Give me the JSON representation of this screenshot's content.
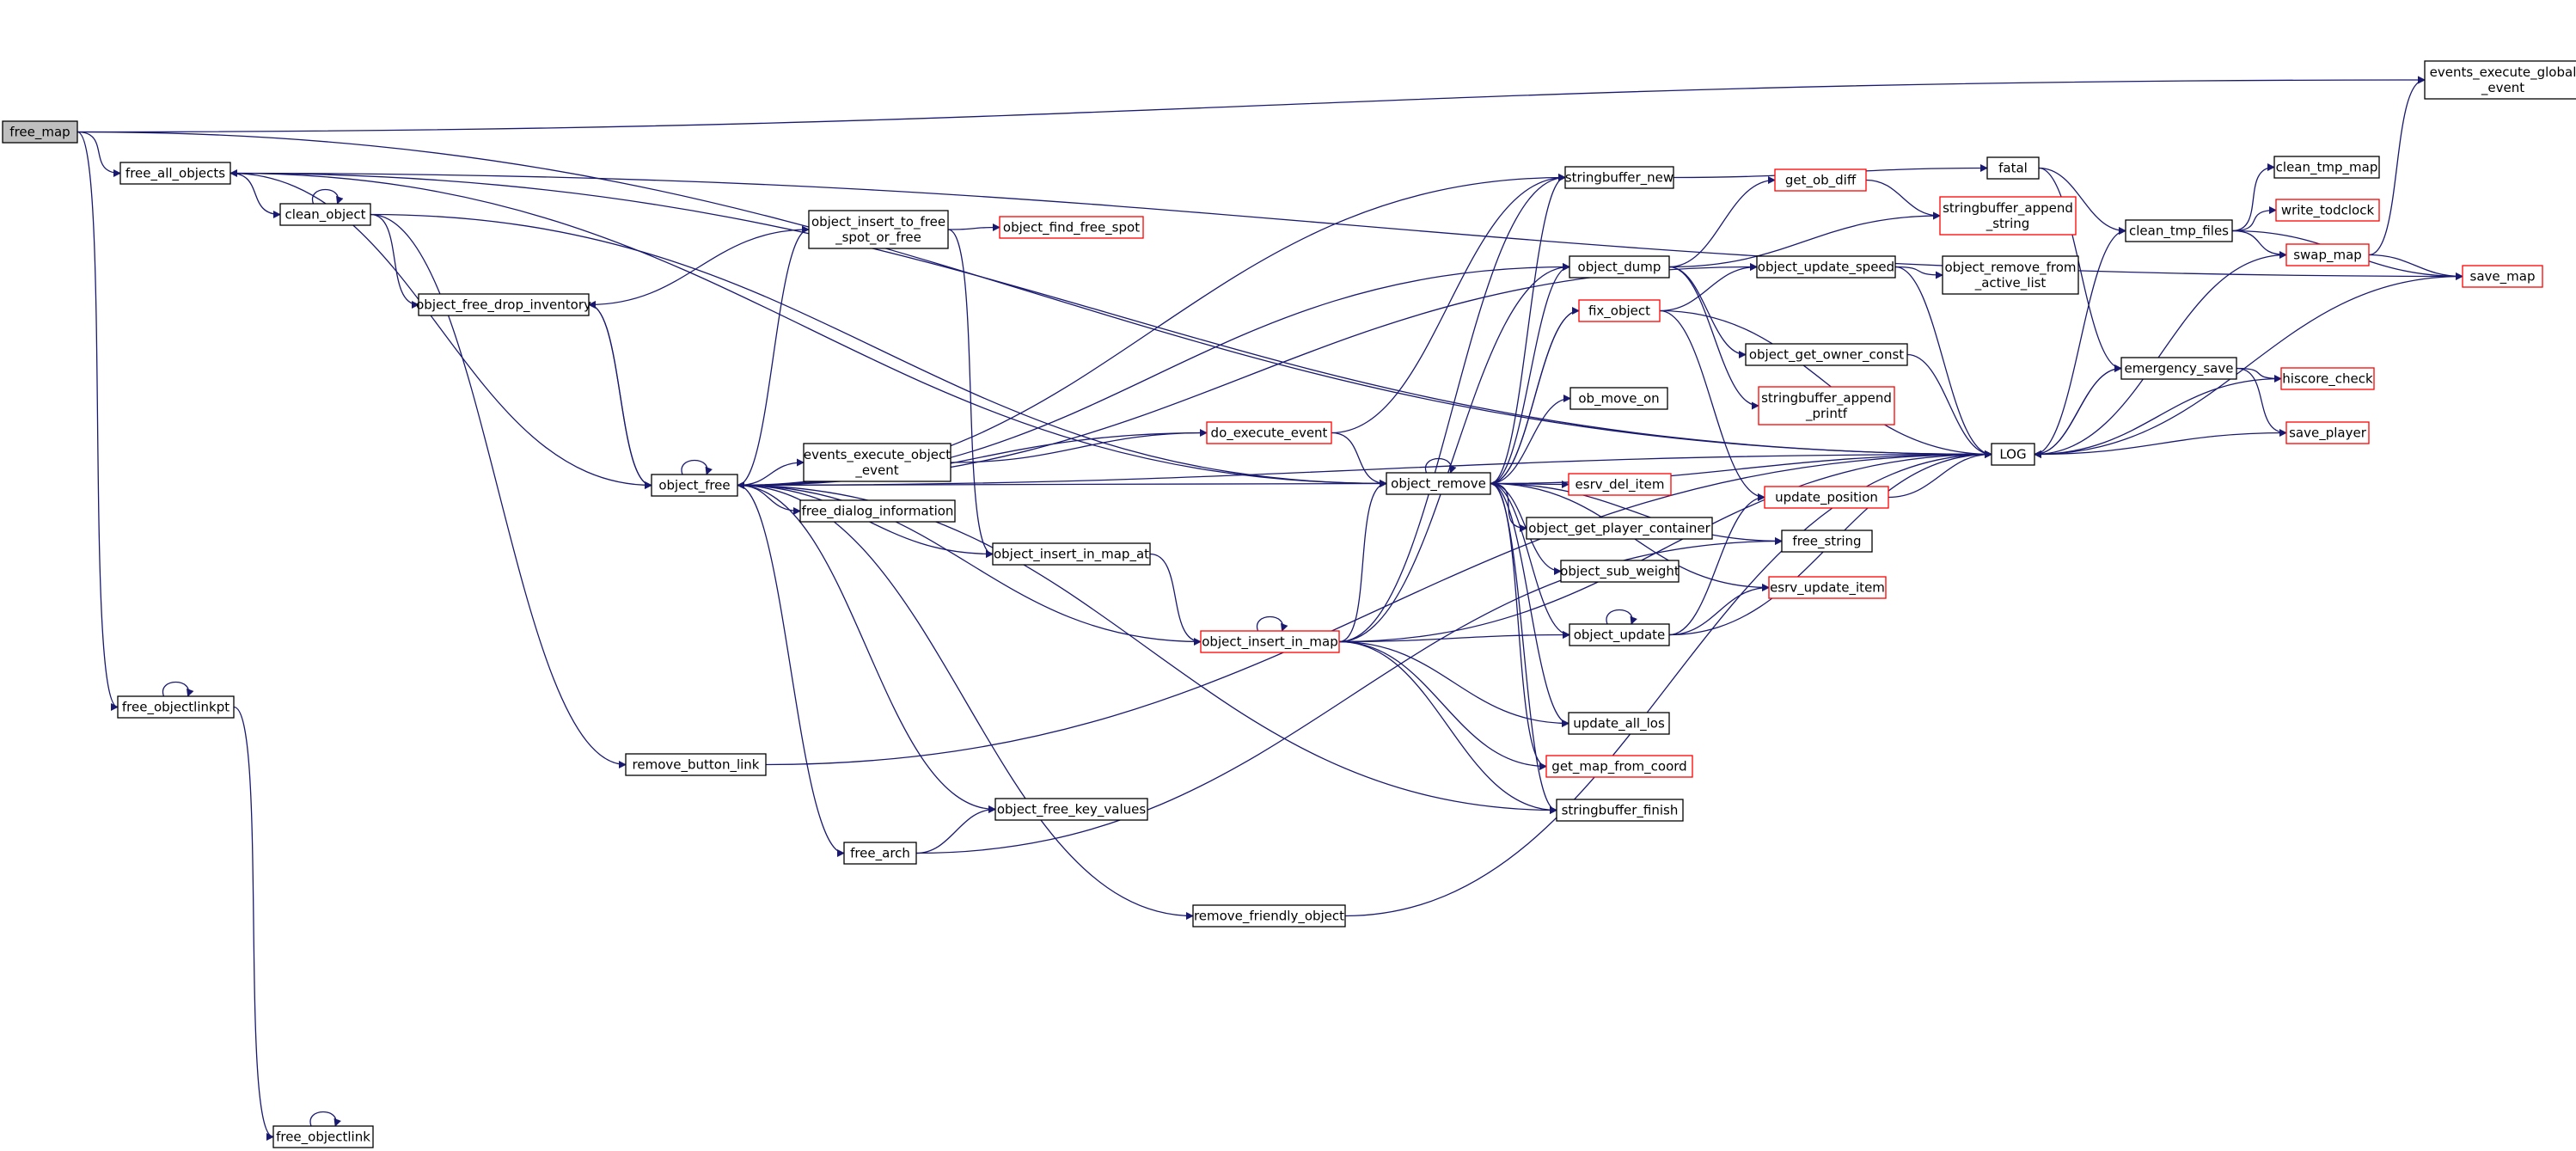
{
  "colors": {
    "edge": "#191970",
    "node_border_default": "#000000",
    "node_border_external": "#ff0000",
    "node_fill_focus": "#bfbfbf",
    "node_fill": "#ffffff"
  },
  "nodes": [
    {
      "id": "free_map",
      "lines": [
        "free_map"
      ],
      "style": "focus"
    },
    {
      "id": "free_all_objects",
      "lines": [
        "free_all_objects"
      ],
      "style": "normal"
    },
    {
      "id": "clean_object",
      "lines": [
        "clean_object"
      ],
      "style": "normal"
    },
    {
      "id": "object_free_drop_inventory",
      "lines": [
        "object_free_drop_inventory"
      ],
      "style": "normal"
    },
    {
      "id": "object_free",
      "lines": [
        "object_free"
      ],
      "style": "normal"
    },
    {
      "id": "object_insert_to_free_spot_or_free",
      "lines": [
        "object_insert_to_free",
        "_spot_or_free"
      ],
      "style": "normal"
    },
    {
      "id": "object_find_free_spot",
      "lines": [
        "object_find_free_spot"
      ],
      "style": "external"
    },
    {
      "id": "events_execute_object_event",
      "lines": [
        "events_execute_object",
        "_event"
      ],
      "style": "normal"
    },
    {
      "id": "free_dialog_information",
      "lines": [
        "free_dialog_information"
      ],
      "style": "normal"
    },
    {
      "id": "object_insert_in_map_at",
      "lines": [
        "object_insert_in_map_at"
      ],
      "style": "normal"
    },
    {
      "id": "object_insert_in_map",
      "lines": [
        "object_insert_in_map"
      ],
      "style": "external"
    },
    {
      "id": "do_execute_event",
      "lines": [
        "do_execute_event"
      ],
      "style": "external"
    },
    {
      "id": "object_remove",
      "lines": [
        "object_remove"
      ],
      "style": "normal"
    },
    {
      "id": "stringbuffer_new",
      "lines": [
        "stringbuffer_new"
      ],
      "style": "normal"
    },
    {
      "id": "object_dump",
      "lines": [
        "object_dump"
      ],
      "style": "normal"
    },
    {
      "id": "fix_object",
      "lines": [
        "fix_object"
      ],
      "style": "external"
    },
    {
      "id": "ob_move_on",
      "lines": [
        "ob_move_on"
      ],
      "style": "normal"
    },
    {
      "id": "esrv_del_item",
      "lines": [
        "esrv_del_item"
      ],
      "style": "external"
    },
    {
      "id": "object_get_player_container",
      "lines": [
        "object_get_player_container"
      ],
      "style": "normal"
    },
    {
      "id": "object_sub_weight",
      "lines": [
        "object_sub_weight"
      ],
      "style": "normal"
    },
    {
      "id": "object_update",
      "lines": [
        "object_update"
      ],
      "style": "normal"
    },
    {
      "id": "update_all_los",
      "lines": [
        "update_all_los"
      ],
      "style": "normal"
    },
    {
      "id": "get_map_from_coord",
      "lines": [
        "get_map_from_coord"
      ],
      "style": "external"
    },
    {
      "id": "stringbuffer_finish",
      "lines": [
        "stringbuffer_finish"
      ],
      "style": "normal"
    },
    {
      "id": "get_ob_diff",
      "lines": [
        "get_ob_diff"
      ],
      "style": "external"
    },
    {
      "id": "stringbuffer_append_string",
      "lines": [
        "stringbuffer_append",
        "_string"
      ],
      "style": "external"
    },
    {
      "id": "object_update_speed",
      "lines": [
        "object_update_speed"
      ],
      "style": "normal"
    },
    {
      "id": "object_get_owner_const",
      "lines": [
        "object_get_owner_const"
      ],
      "style": "normal"
    },
    {
      "id": "stringbuffer_append_printf",
      "lines": [
        "stringbuffer_append",
        "_printf"
      ],
      "style": "external"
    },
    {
      "id": "object_remove_from_active_list",
      "lines": [
        "object_remove_from",
        "_active_list"
      ],
      "style": "normal"
    },
    {
      "id": "update_position",
      "lines": [
        "update_position"
      ],
      "style": "external"
    },
    {
      "id": "free_string",
      "lines": [
        "free_string"
      ],
      "style": "normal"
    },
    {
      "id": "esrv_update_item",
      "lines": [
        "esrv_update_item"
      ],
      "style": "external"
    },
    {
      "id": "fatal",
      "lines": [
        "fatal"
      ],
      "style": "normal"
    },
    {
      "id": "LOG",
      "lines": [
        "LOG"
      ],
      "style": "normal"
    },
    {
      "id": "clean_tmp_files",
      "lines": [
        "clean_tmp_files"
      ],
      "style": "normal"
    },
    {
      "id": "clean_tmp_map",
      "lines": [
        "clean_tmp_map"
      ],
      "style": "normal"
    },
    {
      "id": "write_todclock",
      "lines": [
        "write_todclock"
      ],
      "style": "external"
    },
    {
      "id": "swap_map",
      "lines": [
        "swap_map"
      ],
      "style": "external"
    },
    {
      "id": "save_map",
      "lines": [
        "save_map"
      ],
      "style": "external"
    },
    {
      "id": "emergency_save",
      "lines": [
        "emergency_save"
      ],
      "style": "normal"
    },
    {
      "id": "hiscore_check",
      "lines": [
        "hiscore_check"
      ],
      "style": "external"
    },
    {
      "id": "save_player",
      "lines": [
        "save_player"
      ],
      "style": "external"
    },
    {
      "id": "events_execute_global_event",
      "lines": [
        "events_execute_global",
        "_event"
      ],
      "style": "normal"
    },
    {
      "id": "free_objectlinkpt",
      "lines": [
        "free_objectlinkpt"
      ],
      "style": "normal"
    },
    {
      "id": "free_objectlink",
      "lines": [
        "free_objectlink"
      ],
      "style": "normal"
    },
    {
      "id": "remove_button_link",
      "lines": [
        "remove_button_link"
      ],
      "style": "normal"
    },
    {
      "id": "object_free_key_values",
      "lines": [
        "object_free_key_values"
      ],
      "style": "normal"
    },
    {
      "id": "free_arch",
      "lines": [
        "free_arch"
      ],
      "style": "normal"
    },
    {
      "id": "remove_friendly_object",
      "lines": [
        "remove_friendly_object"
      ],
      "style": "normal"
    }
  ],
  "edges": [
    [
      "free_map",
      "free_all_objects"
    ],
    [
      "free_map",
      "free_objectlinkpt"
    ],
    [
      "free_map",
      "events_execute_global_event"
    ],
    [
      "free_map",
      "LOG"
    ],
    [
      "free_all_objects",
      "clean_object"
    ],
    [
      "free_all_objects",
      "object_free"
    ],
    [
      "free_all_objects",
      "object_remove"
    ],
    [
      "free_all_objects",
      "LOG"
    ],
    [
      "clean_object",
      "clean_object"
    ],
    [
      "clean_object",
      "object_free_drop_inventory"
    ],
    [
      "clean_object",
      "object_remove"
    ],
    [
      "clean_object",
      "remove_button_link"
    ],
    [
      "object_free_drop_inventory",
      "object_free"
    ],
    [
      "object_free",
      "object_free"
    ],
    [
      "object_free",
      "object_free_drop_inventory"
    ],
    [
      "object_free",
      "object_insert_to_free_spot_or_free"
    ],
    [
      "object_free",
      "events_execute_object_event"
    ],
    [
      "object_free",
      "free_dialog_information"
    ],
    [
      "object_free",
      "object_insert_in_map_at"
    ],
    [
      "object_free",
      "object_remove"
    ],
    [
      "object_free",
      "object_dump"
    ],
    [
      "object_free",
      "stringbuffer_new"
    ],
    [
      "object_free",
      "stringbuffer_finish"
    ],
    [
      "object_free",
      "object_update_speed"
    ],
    [
      "object_free",
      "object_free_key_values"
    ],
    [
      "object_free",
      "free_arch"
    ],
    [
      "object_free",
      "remove_friendly_object"
    ],
    [
      "object_free",
      "LOG"
    ],
    [
      "object_insert_to_free_spot_or_free",
      "object_find_free_spot"
    ],
    [
      "object_insert_to_free_spot_or_free",
      "object_insert_in_map_at"
    ],
    [
      "object_insert_to_free_spot_or_free",
      "object_free_drop_inventory"
    ],
    [
      "events_execute_object_event",
      "do_execute_event"
    ],
    [
      "object_insert_in_map_at",
      "object_insert_in_map"
    ],
    [
      "object_insert_in_map",
      "object_insert_in_map"
    ],
    [
      "object_insert_in_map",
      "object_remove"
    ],
    [
      "object_insert_in_map",
      "object_update"
    ],
    [
      "object_insert_in_map",
      "update_all_los"
    ],
    [
      "object_insert_in_map",
      "get_map_from_coord"
    ],
    [
      "object_insert_in_map",
      "stringbuffer_finish"
    ],
    [
      "object_insert_in_map",
      "object_dump"
    ],
    [
      "object_insert_in_map",
      "stringbuffer_new"
    ],
    [
      "object_insert_in_map",
      "object_free"
    ],
    [
      "object_insert_in_map",
      "LOG"
    ],
    [
      "do_execute_event",
      "object_remove"
    ],
    [
      "do_execute_event",
      "stringbuffer_new"
    ],
    [
      "do_execute_event",
      "object_free"
    ],
    [
      "object_remove",
      "object_remove"
    ],
    [
      "object_remove",
      "stringbuffer_new"
    ],
    [
      "object_remove",
      "object_dump"
    ],
    [
      "object_remove",
      "fix_object"
    ],
    [
      "object_remove",
      "ob_move_on"
    ],
    [
      "object_remove",
      "esrv_del_item"
    ],
    [
      "object_remove",
      "object_get_player_container"
    ],
    [
      "object_remove",
      "object_sub_weight"
    ],
    [
      "object_remove",
      "object_update"
    ],
    [
      "object_remove",
      "update_all_los"
    ],
    [
      "object_remove",
      "get_map_from_coord"
    ],
    [
      "object_remove",
      "stringbuffer_finish"
    ],
    [
      "object_remove",
      "free_string"
    ],
    [
      "object_remove",
      "esrv_update_item"
    ],
    [
      "object_remove",
      "LOG"
    ],
    [
      "stringbuffer_new",
      "fatal"
    ],
    [
      "object_dump",
      "get_ob_diff"
    ],
    [
      "object_dump",
      "stringbuffer_append_string"
    ],
    [
      "object_dump",
      "object_get_owner_const"
    ],
    [
      "object_dump",
      "stringbuffer_append_printf"
    ],
    [
      "get_ob_diff",
      "stringbuffer_append_string"
    ],
    [
      "fix_object",
      "object_update_speed"
    ],
    [
      "fix_object",
      "object_remove"
    ],
    [
      "fix_object",
      "LOG"
    ],
    [
      "fix_object",
      "update_position"
    ],
    [
      "object_update",
      "object_update"
    ],
    [
      "object_update",
      "update_position"
    ],
    [
      "object_update",
      "esrv_update_item"
    ],
    [
      "object_update",
      "LOG"
    ],
    [
      "object_update_speed",
      "object_remove_from_active_list"
    ],
    [
      "object_update_speed",
      "LOG"
    ],
    [
      "object_get_owner_const",
      "LOG"
    ],
    [
      "update_position",
      "LOG"
    ],
    [
      "fatal",
      "clean_tmp_files"
    ],
    [
      "fatal",
      "emergency_save"
    ],
    [
      "clean_tmp_files",
      "clean_tmp_map"
    ],
    [
      "clean_tmp_files",
      "write_todclock"
    ],
    [
      "clean_tmp_files",
      "swap_map"
    ],
    [
      "clean_tmp_files",
      "save_map"
    ],
    [
      "swap_map",
      "save_map"
    ],
    [
      "swap_map",
      "events_execute_global_event"
    ],
    [
      "swap_map",
      "LOG"
    ],
    [
      "save_map",
      "free_all_objects"
    ],
    [
      "save_map",
      "LOG"
    ],
    [
      "emergency_save",
      "hiscore_check"
    ],
    [
      "emergency_save",
      "save_player"
    ],
    [
      "emergency_save",
      "LOG"
    ],
    [
      "hiscore_check",
      "LOG"
    ],
    [
      "save_player",
      "LOG"
    ],
    [
      "LOG",
      "clean_tmp_files"
    ],
    [
      "LOG",
      "emergency_save"
    ],
    [
      "free_objectlinkpt",
      "free_objectlinkpt"
    ],
    [
      "free_objectlinkpt",
      "free_objectlink"
    ],
    [
      "free_objectlink",
      "free_objectlink"
    ],
    [
      "remove_button_link",
      "LOG"
    ],
    [
      "free_arch",
      "object_free_key_values"
    ],
    [
      "free_arch",
      "free_string"
    ],
    [
      "remove_friendly_object",
      "LOG"
    ]
  ]
}
